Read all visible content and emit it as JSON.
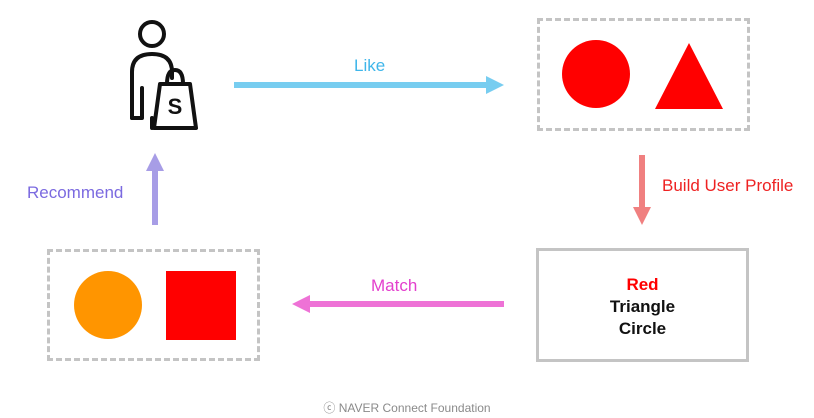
{
  "diagram": {
    "edges": {
      "like": "Like",
      "build_profile": "Build User Profile",
      "match": "Match",
      "recommend": "Recommend"
    },
    "profile": {
      "color": "Red",
      "shape1": "Triangle",
      "shape2": "Circle"
    },
    "icons": {
      "user": "shopper-with-bag-icon",
      "bag_letter": "S"
    }
  },
  "colors": {
    "like_arrow": "#77cdf0",
    "like_label": "#3fb6ea",
    "build_arrow": "#f08080",
    "build_label": "#ee2222",
    "match_arrow": "#ee72d6",
    "match_label": "#e33fcd",
    "recommend_arrow": "#a79de6",
    "recommend_label": "#7b6ae0",
    "red": "#ff0000",
    "orange": "#ff9500",
    "box_border": "#c4c4c4"
  },
  "footer": {
    "text": "ⓒ  NAVER Connect Foundation"
  }
}
